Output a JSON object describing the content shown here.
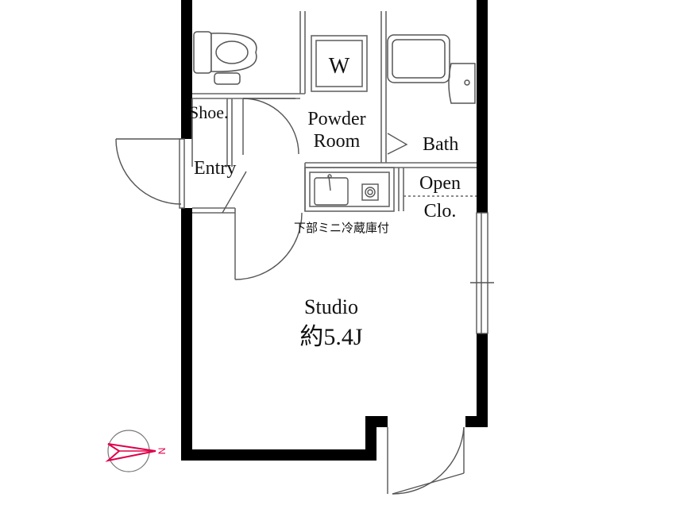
{
  "rooms": {
    "washer": "W",
    "shoe": "Shoe.",
    "powder_line1": "Powder",
    "powder_line2": "Room",
    "bath": "Bath",
    "entry": "Entry",
    "closet_line1": "Open",
    "closet_line2": "Clo.",
    "fridge_note": "下部ミニ冷蔵庫付",
    "studio": "Studio",
    "studio_size": "約5.4J"
  },
  "compass": {
    "label": "N"
  },
  "colors": {
    "wall": "#000000",
    "line": "#555555",
    "compass": "#e0004a"
  }
}
